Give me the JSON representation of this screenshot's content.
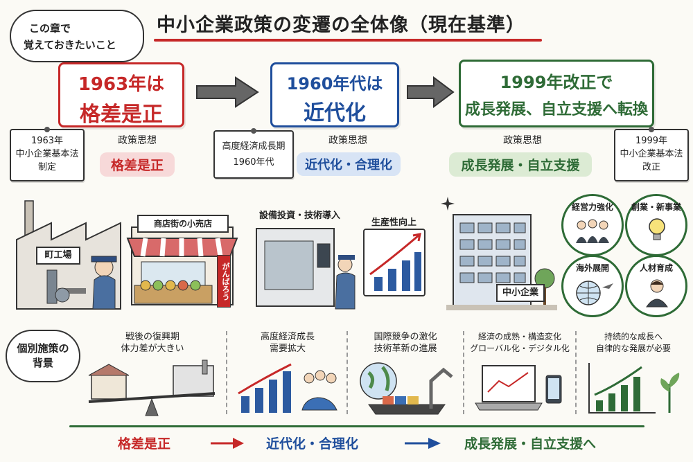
{
  "header": {
    "title": "中小企業政策の変遷の全体像（現在基準）",
    "memo_line1": "この章で",
    "memo_line2": "覚えておきたいこと"
  },
  "phases": [
    {
      "box_line1": "1963年は",
      "box_line2": "格差是正",
      "note": [
        "1963年",
        "中小企業基本法",
        "制定"
      ],
      "thought_label": "政策思想",
      "thought_value": "格差是正",
      "color": "#c62828"
    },
    {
      "box_line1": "1960年代は",
      "box_line2": "近代化",
      "note": [
        "高度経済成長期",
        "1960年代"
      ],
      "thought_label": "政策思想",
      "thought_value": "近代化・合理化",
      "color": "#1f4e9c"
    },
    {
      "box_line1": "1999年改正で",
      "box_line2": "成長発展、自立支援へ転換",
      "note": [
        "1999年",
        "中小企業基本法",
        "改正"
      ],
      "thought_label": "政策思想",
      "thought_value": "成長発展・自立支援",
      "color": "#2e6b36"
    }
  ],
  "illustrations": {
    "factory_sign": "町工場",
    "shop_sign": "商店街の小売店",
    "shop_banner": "がんばろう",
    "equipment_label": "設備投資・技術導入",
    "productivity_label": "生産性向上",
    "building_sign": "中小企業",
    "circles": [
      "経営力強化",
      "創業・新事業",
      "海外展開",
      "人材育成"
    ]
  },
  "background": {
    "label_line1": "個別施策の",
    "label_line2": "背景",
    "items": [
      {
        "line1": "戦後の復興期",
        "line2": "体力差が大きい"
      },
      {
        "line1": "高度経済成長",
        "line2": "需要拡大"
      },
      {
        "line1": "国際競争の激化",
        "line2": "技術革新の進展"
      },
      {
        "line1": "経済の成熟・構造変化",
        "line2": "グローバル化・デジタル化"
      },
      {
        "line1": "持続的な成長へ",
        "line2": "自律的な発展が必要"
      }
    ]
  },
  "flow": [
    "格差是正",
    "近代化・合理化",
    "成長発展・自立支援へ"
  ],
  "colors": {
    "red": "#c62828",
    "blue": "#1f4e9c",
    "green": "#2e6b36"
  }
}
